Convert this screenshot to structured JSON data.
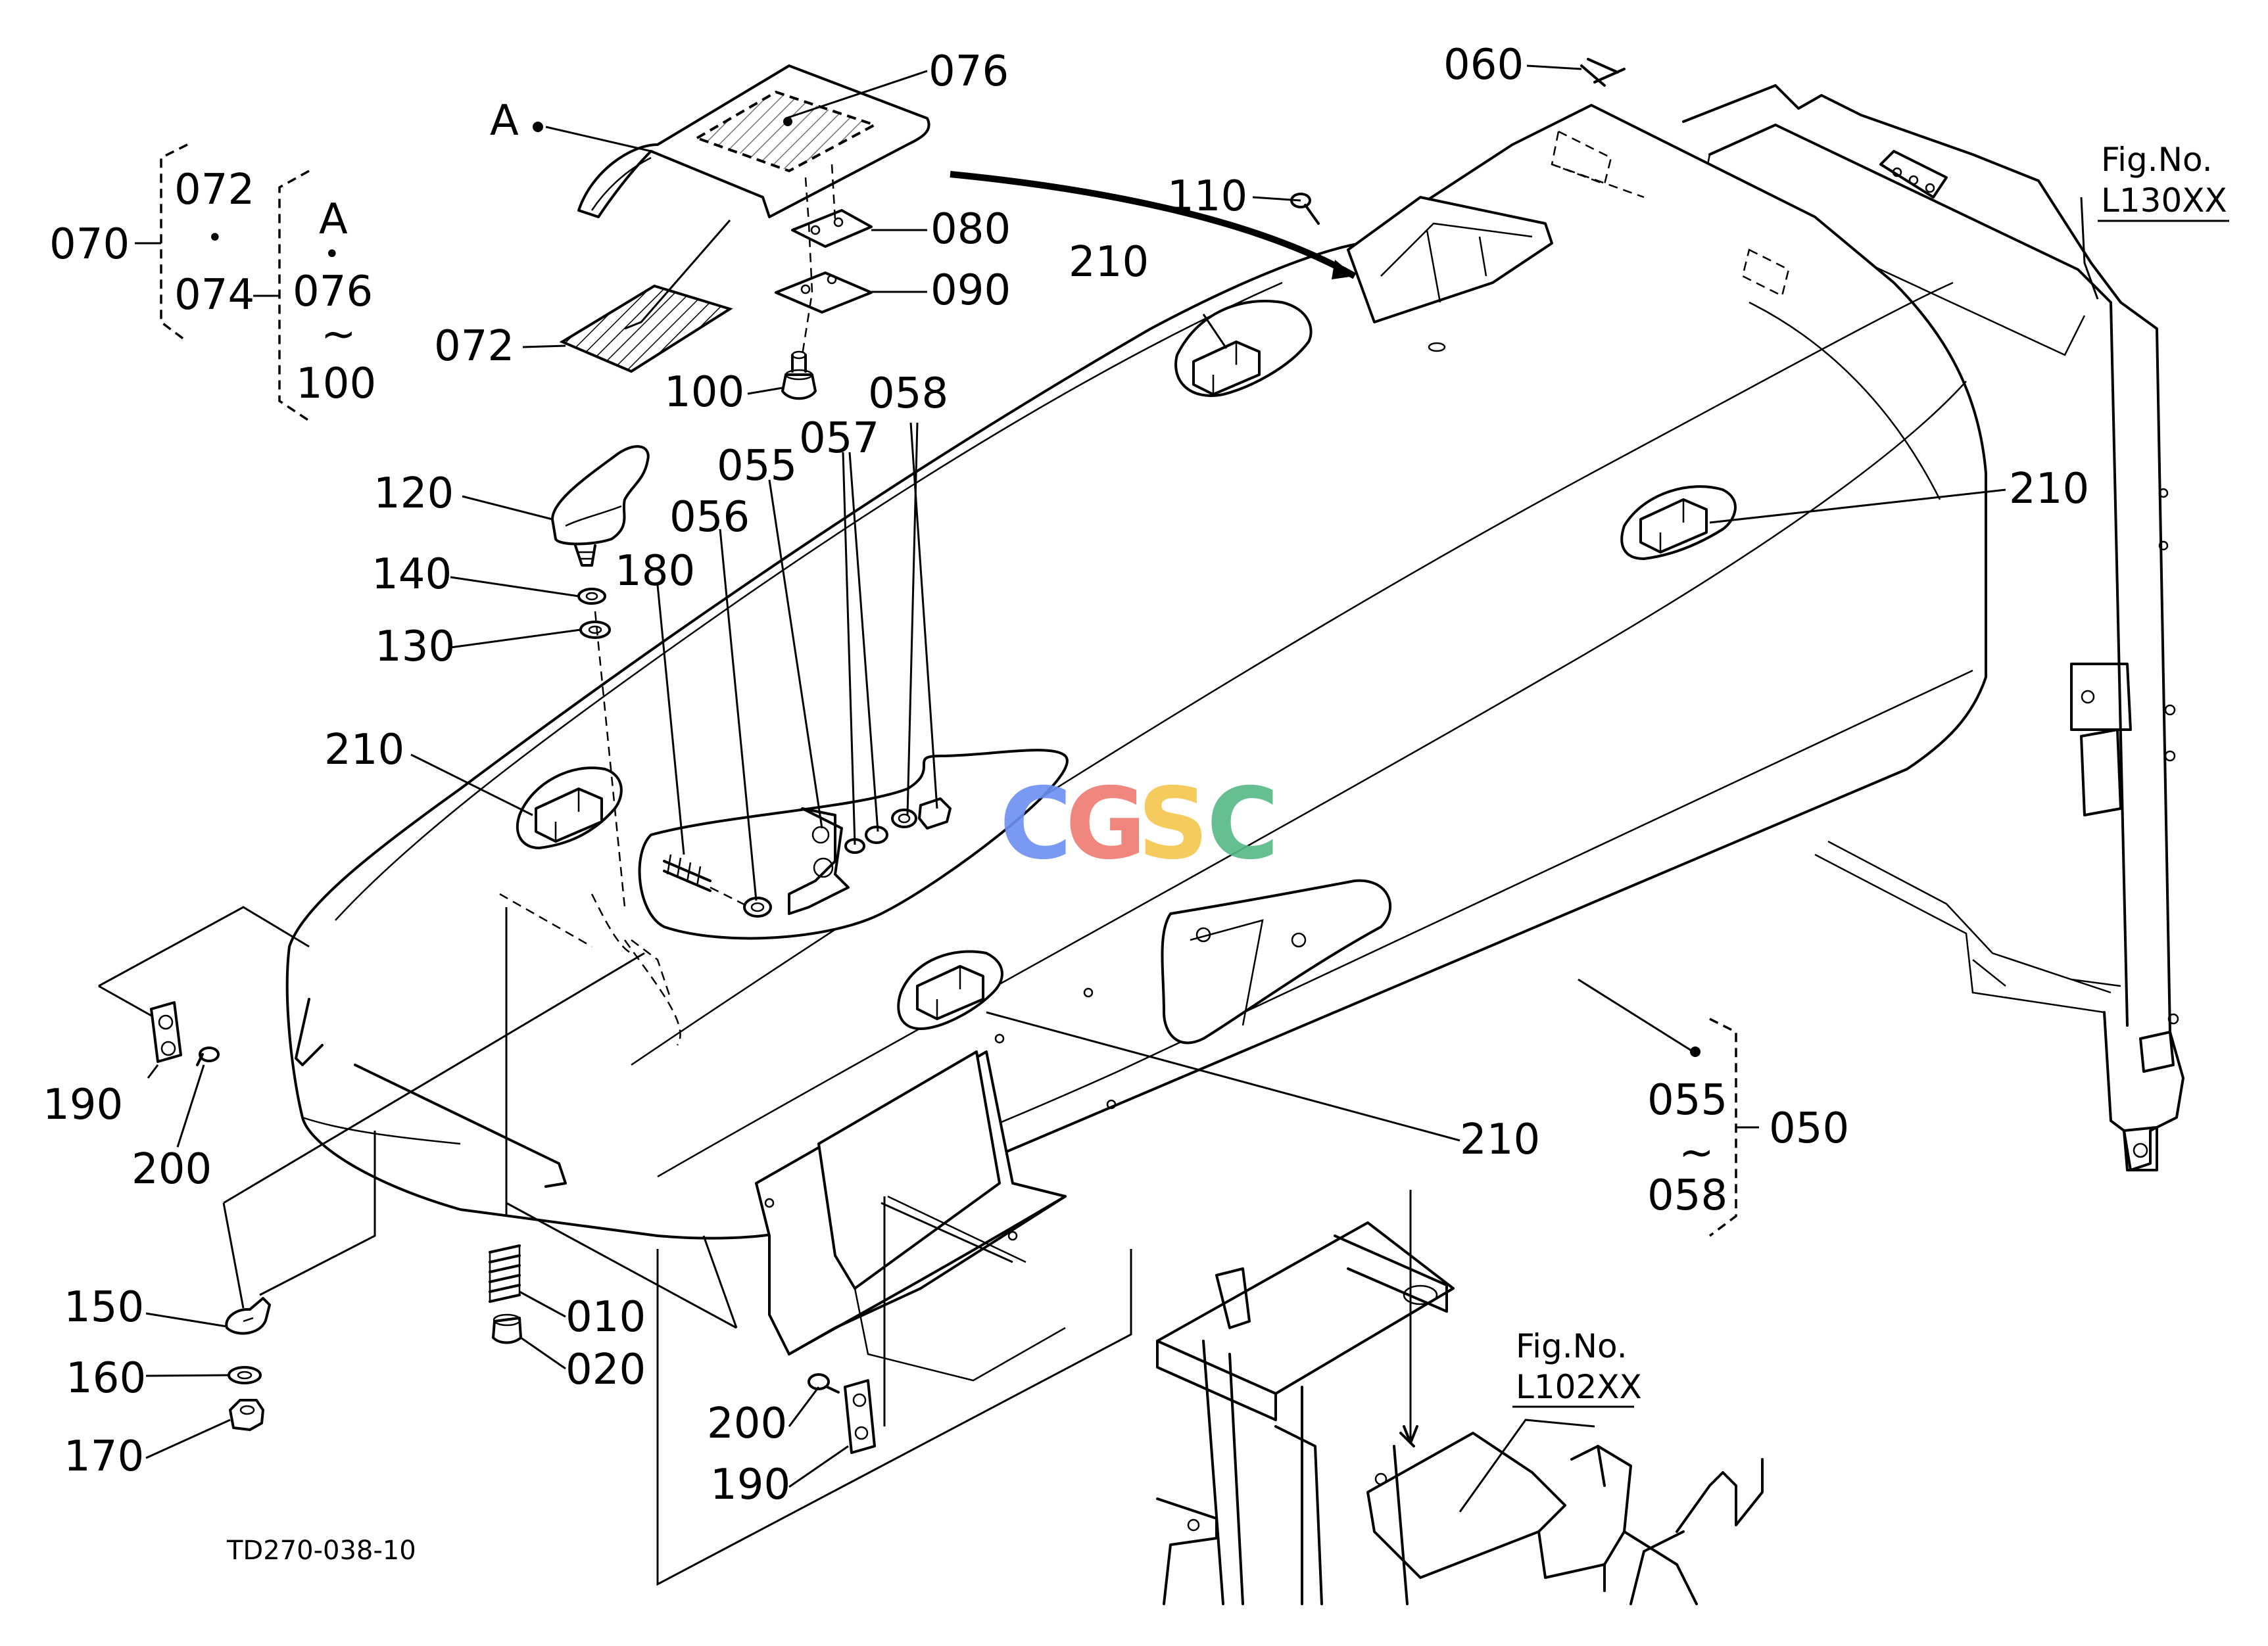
{
  "callouts": {
    "c076": "076",
    "c060": "060",
    "c110": "110",
    "c080": "080",
    "c090": "090",
    "c072b": "072",
    "c100": "100",
    "c058": "058",
    "c057": "057",
    "c055": "055",
    "c056": "056",
    "c120": "120",
    "c140": "140",
    "c180": "180",
    "c130": "130",
    "c210a": "210",
    "c210b": "210",
    "c210c": "210",
    "c210d": "210",
    "c190a": "190",
    "c200a": "200",
    "c150": "150",
    "c160": "160",
    "c170": "170",
    "c010": "010",
    "c020": "020",
    "c200b": "200",
    "c190b": "190",
    "c055r": "055",
    "c058r": "058",
    "c050": "050",
    "tilde_r": "~"
  },
  "legend": {
    "g070": "070",
    "g072": "072",
    "dot1": "•",
    "g074": "074",
    "a": "A",
    "dot2": "•",
    "g076": "076",
    "tilde": "~",
    "g100": "100"
  },
  "marker_a": "A",
  "fig_refs": {
    "top_right_label": "Fig.No.",
    "top_right_code": "L130XX",
    "bottom_label": "Fig.No.",
    "bottom_code": "L102XX"
  },
  "drawing_code": "TD270-038-10",
  "watermark": {
    "text": "CGSC",
    "colors": [
      "#6c8ff2",
      "#ee7b72",
      "#f5c64d",
      "#56b986"
    ]
  }
}
